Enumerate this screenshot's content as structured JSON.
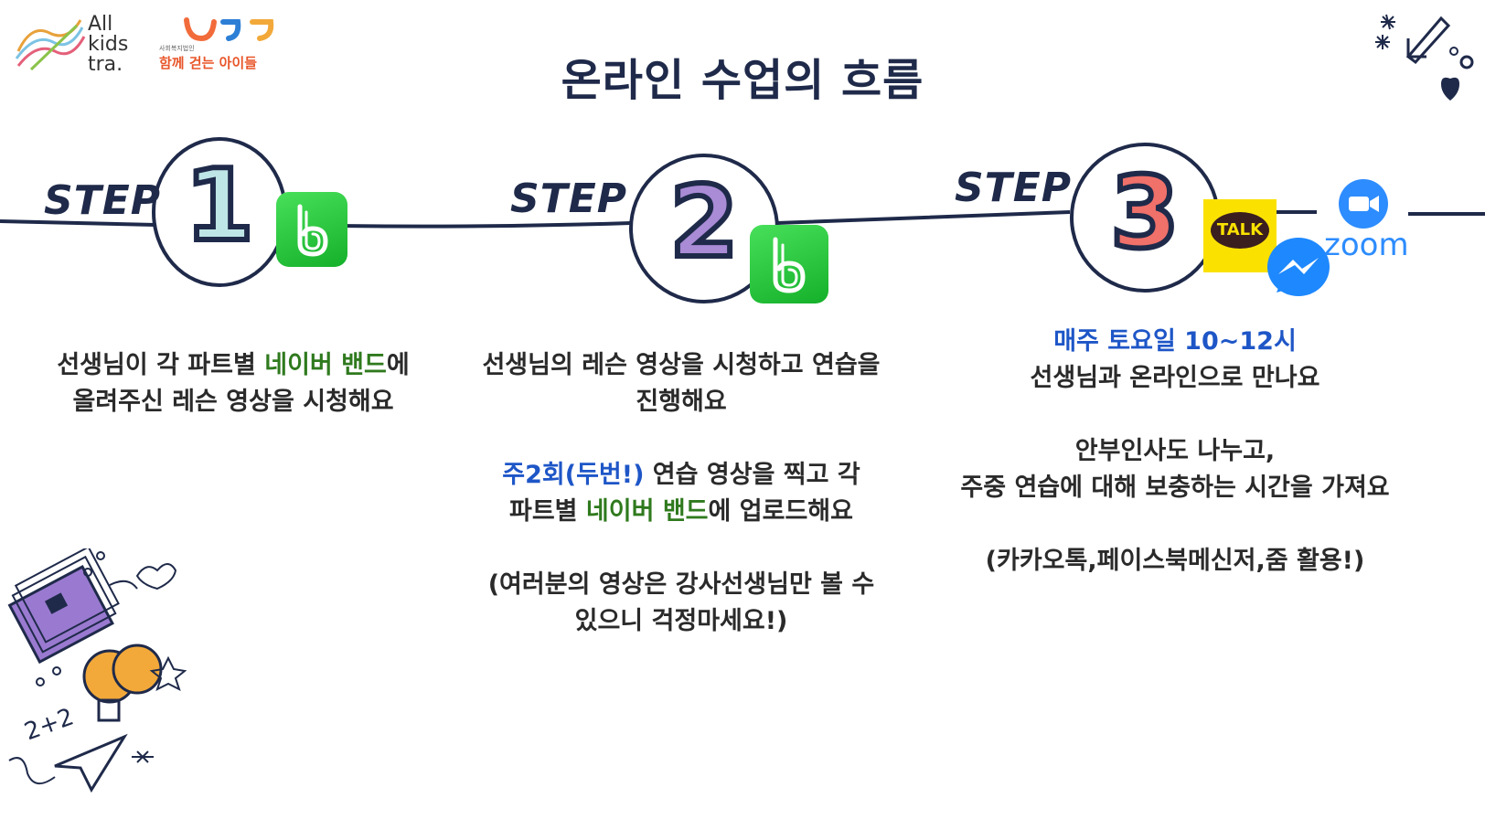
{
  "header": {
    "title": "온라인 수업의 흐름",
    "logo_lines": [
      "All",
      "kids",
      "tra."
    ],
    "org_small": "사회복지법인",
    "org_name": "함께 걷는 아이들"
  },
  "steps": [
    {
      "word": "STEP",
      "number": "1",
      "number_color": "#bfe6e6",
      "desc_line1_pre": "선생님이 각 파트별 ",
      "desc_line1_hl": "네이버 밴드",
      "desc_line1_post": "에",
      "desc_line2": "올려주신 레슨 영상을 시청해요"
    },
    {
      "word": "STEP",
      "number": "2",
      "number_color": "#a98bd6",
      "desc_line1": "선생님의 레슨 영상을 시청하고 연습을",
      "desc_line2": "진행해요",
      "desc_line3_hl": "주2회(두번!)",
      "desc_line3_post": " 연습 영상을 찍고 각",
      "desc_line4_pre": "파트별 ",
      "desc_line4_hl": "네이버 밴드",
      "desc_line4_post": "에 업로드해요",
      "desc_line5": "(여러분의 영상은 강사선생님만 볼 수",
      "desc_line6": "있으니 걱정마세요!)"
    },
    {
      "word": "STEP",
      "number": "3",
      "number_color": "#f0706a",
      "desc_line1_hl": "매주 토요일 10~12시",
      "desc_line2": "선생님과 온라인으로 만나요",
      "desc_line3": "안부인사도 나누고,",
      "desc_line4": "주중 연습에 대해 보충하는 시간을 가져요",
      "desc_line5": "(카카오톡,페이스북메신저,줌 활용!)"
    }
  ],
  "apps": {
    "band_letter": "b",
    "talk_label": "TALK",
    "zoom_label": "zoom"
  },
  "colors": {
    "navy": "#1f2a4a",
    "band_green": "#1fc13a",
    "kakao_yellow": "#fae100",
    "messenger_blue": "#1e88ff",
    "zoom_blue": "#2d8cff",
    "highlight_blue": "#1e56c7",
    "highlight_green": "#2f7a1e"
  },
  "doodles": {
    "math_text": "2+2"
  }
}
